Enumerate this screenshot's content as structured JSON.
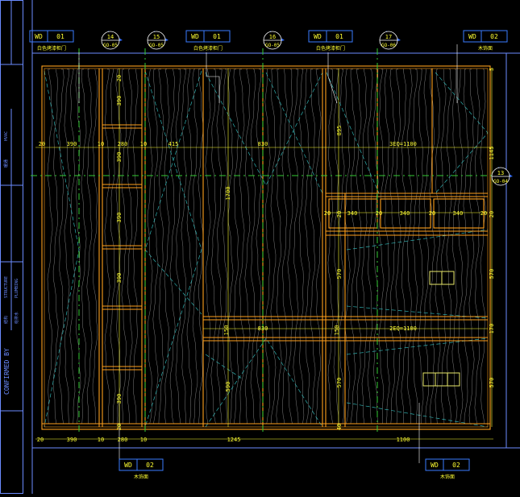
{
  "colors": {
    "background": "#000000",
    "cabinet_outline": "#ff9f1c",
    "wood_grain": "#c9c9c9",
    "dimension": "#ffff33",
    "centerline": "#33cc33",
    "hatch": "#2fb0b0",
    "tag_box": "#3a7bff",
    "section_marker": "#2f6bff",
    "frame": "#6b8bff",
    "outlet": "#e8e86a"
  },
  "title_block": {
    "confirmed_by": "CONFIRMED BY",
    "labels": [
      "HVAC",
      "暖通",
      "STRUCTURE",
      "PLUMBING",
      "结构",
      "给排水"
    ]
  },
  "material_tags": [
    {
      "code": "WD",
      "num": "01",
      "desc": "白色烤漆柜门"
    },
    {
      "code": "WD",
      "num": "01",
      "desc": "白色烤漆柜门"
    },
    {
      "code": "WD",
      "num": "01",
      "desc": "白色烤漆柜门"
    },
    {
      "code": "WD",
      "num": "02",
      "desc": "木饰面"
    },
    {
      "code": "WD",
      "num": "02",
      "desc": "木饰面"
    },
    {
      "code": "WD",
      "num": "02",
      "desc": "木饰面"
    }
  ],
  "section_markers": [
    {
      "num": "14",
      "sheet": "GO-05"
    },
    {
      "num": "15",
      "sheet": "GO-05"
    },
    {
      "num": "16",
      "sheet": "GO-05"
    },
    {
      "num": "17",
      "sheet": "GO-06"
    },
    {
      "num": "13",
      "sheet": "GO-04"
    }
  ],
  "dimensions": {
    "top_row": [
      "20",
      "390",
      "10",
      "280",
      "10",
      "415",
      "830",
      "3EQ=1100"
    ],
    "bottom_row": [
      "20",
      "390",
      "10",
      "280",
      "10",
      "1245",
      "1100"
    ],
    "mid_row_right": [
      "20",
      "340",
      "20",
      "340",
      "20",
      "340",
      "20"
    ],
    "shelf_row": [
      "150",
      "830",
      "150",
      "2EQ=1100"
    ],
    "left_column_vertical": [
      "20",
      "390",
      "390",
      "390",
      "390",
      "390",
      "20"
    ],
    "center_vertical": [
      "1700",
      "590"
    ],
    "right_inner_vertical": [
      "895",
      "20",
      "570",
      "570",
      "40"
    ],
    "right_outer_vertical": [
      "5",
      "1145",
      "20",
      "570",
      "170",
      "570"
    ]
  }
}
